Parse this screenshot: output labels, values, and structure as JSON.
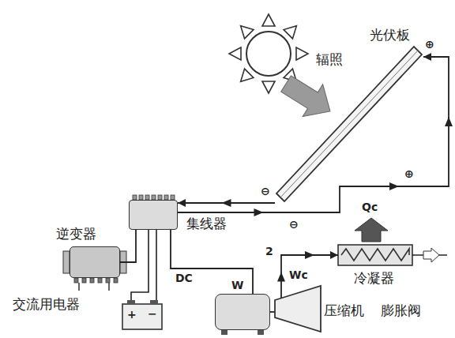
{
  "diagram": {
    "nodes": [
      {
        "text": [
          "光伏板"
        ]
      },
      {
        "text": [
          "集线器"
        ]
      },
      {
        "text": [
          "逆变器"
        ]
      },
      {
        "text": [
          "冷凝器"
        ]
      },
      {
        "text": [
          "压缩机"
        ]
      },
      {
        "text": [
          "W"
        ]
      }
    ],
    "edges": [
      {
        "from": 0,
        "to": 1,
        "arrow": "to"
      },
      {
        "from": 1,
        "to": 0,
        "arrow": "to"
      },
      {
        "from": 1,
        "to": 2,
        "arrow": "none"
      },
      {
        "from": 1,
        "to": 5,
        "arrow": "none"
      },
      {
        "from": 5,
        "to": 4,
        "arrow": "none"
      },
      {
        "from": 4,
        "to": 3,
        "arrow": "to"
      }
    ],
    "labels": [
      "辐照",
      "⊕",
      "⊖",
      "⊖",
      "⊕",
      "交流用电器",
      "DC",
      "2",
      "Qc",
      "Wc",
      "膨胀阀",
      "+",
      "−"
    ]
  }
}
